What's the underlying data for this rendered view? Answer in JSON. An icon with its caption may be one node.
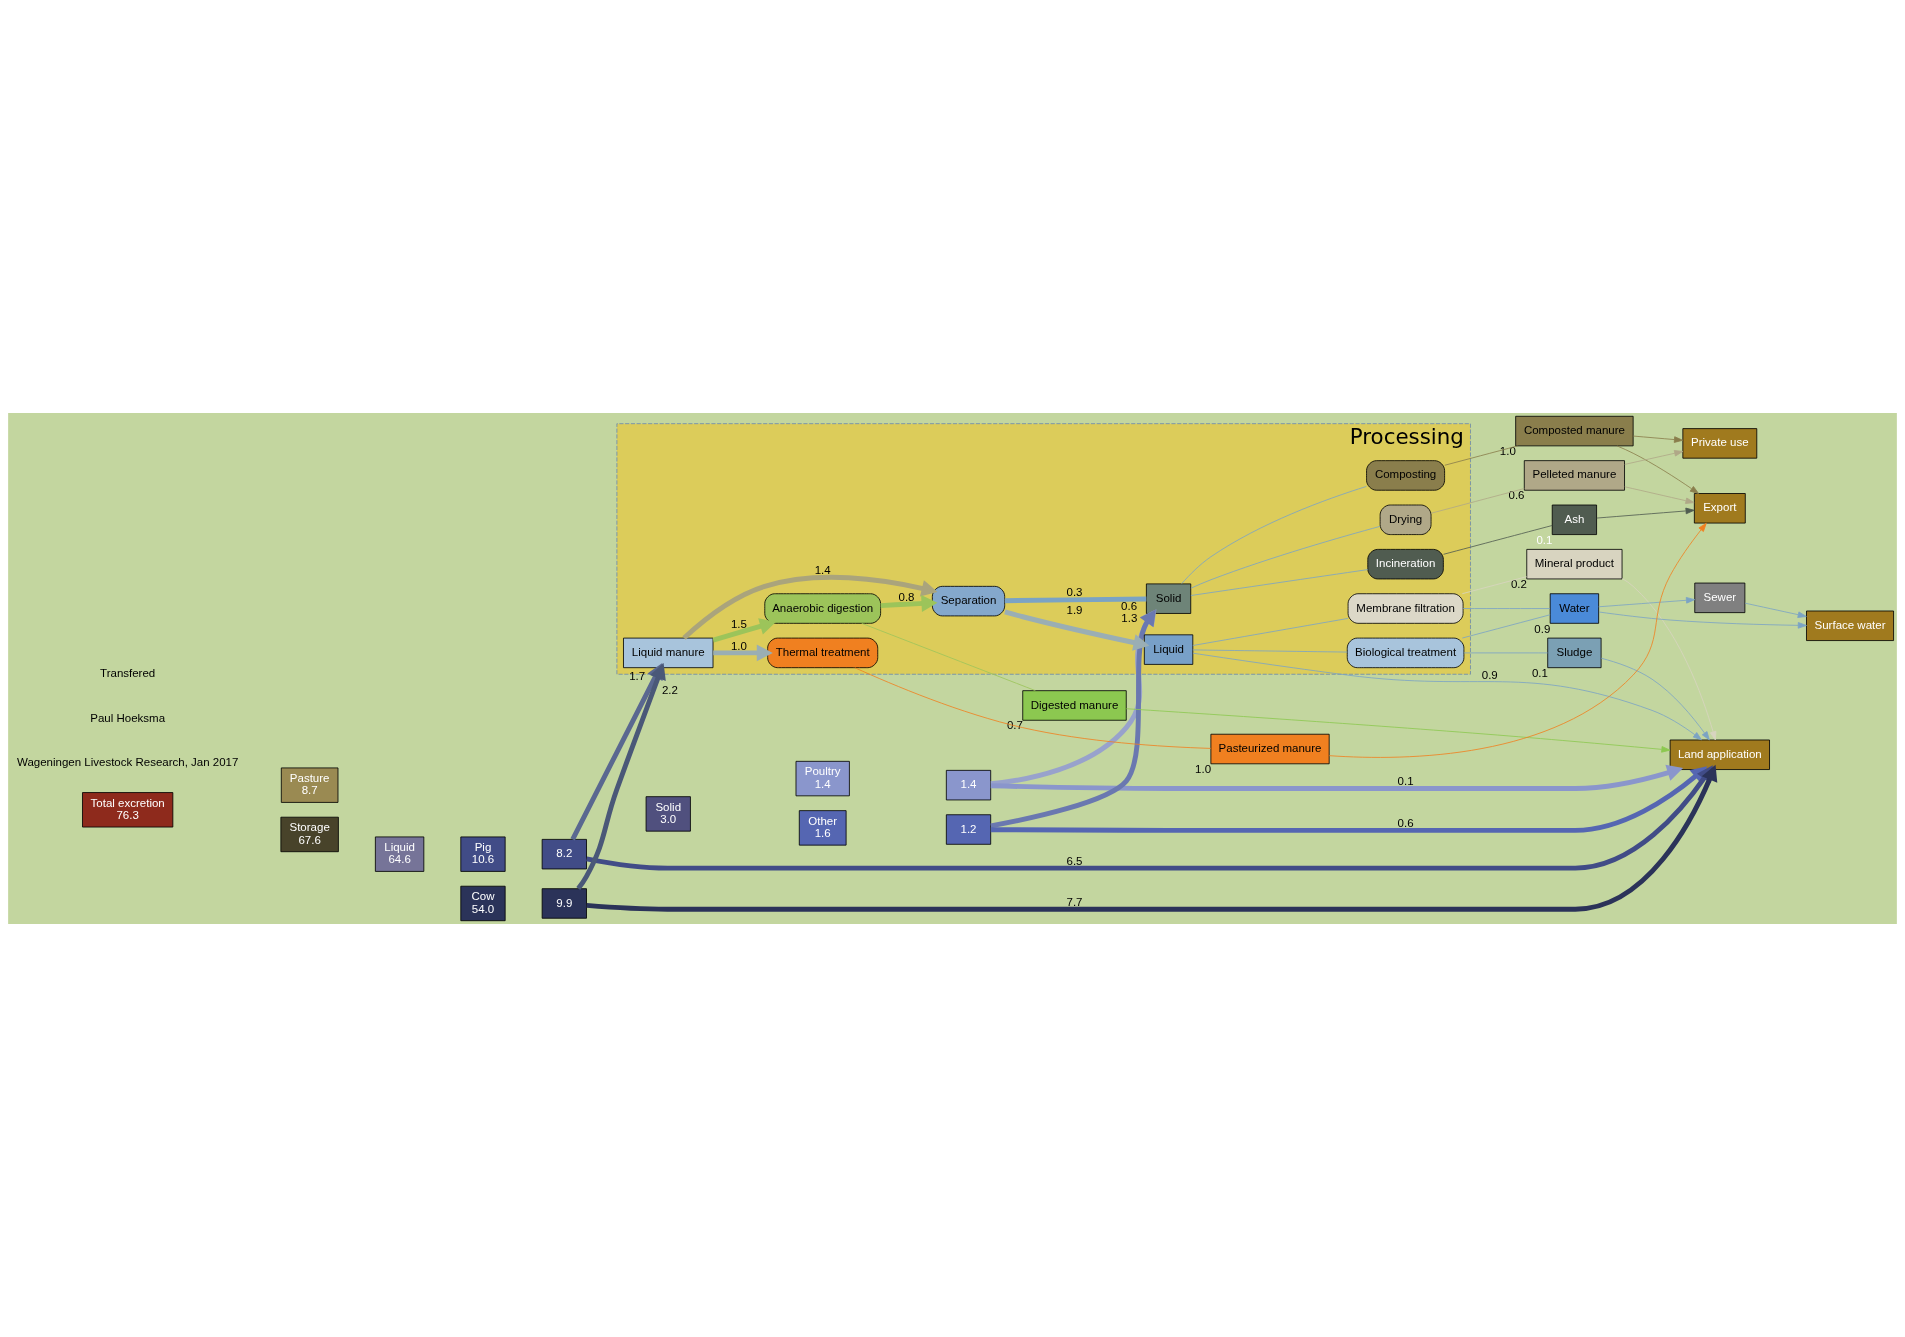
{
  "diagram": {
    "nodes": [
      {
        "text": [
          "Total excretion",
          "76.3"
        ]
      },
      {
        "text": [
          "Pasture",
          "8.7"
        ]
      },
      {
        "text": [
          "Storage",
          "67.6"
        ]
      },
      {
        "text": [
          "Solid",
          "3.0"
        ]
      },
      {
        "text": [
          "Liquid",
          "64.6"
        ]
      },
      {
        "text": [
          "Poultry",
          "1.4"
        ]
      },
      {
        "text": [
          "Other",
          "1.6"
        ]
      },
      {
        "text": [
          "Pig",
          "10.6"
        ]
      },
      {
        "text": [
          "Cow",
          "54.0"
        ]
      },
      {
        "text": [
          "1.4"
        ]
      },
      {
        "text": [
          "1.2"
        ]
      },
      {
        "text": [
          "8.2"
        ]
      },
      {
        "text": [
          "9.9"
        ]
      },
      {
        "text": [
          "Processing"
        ]
      },
      {
        "text": [
          "Liquid manure"
        ],
        "in": 13
      },
      {
        "text": [
          "Anaerobic digestion"
        ],
        "in": 13
      },
      {
        "text": [
          "Separation"
        ],
        "in": 13
      },
      {
        "text": [
          "Solid"
        ],
        "in": 13
      },
      {
        "text": [
          "Liquid"
        ],
        "in": 13
      },
      {
        "text": [
          "Composting"
        ],
        "in": 13
      },
      {
        "text": [
          "Drying"
        ],
        "in": 13
      },
      {
        "text": [
          "Incineration"
        ],
        "in": 13
      },
      {
        "text": [
          "Membrane filtration"
        ],
        "in": 13
      },
      {
        "text": [
          "Biological treatment"
        ],
        "in": 13
      },
      {
        "text": [
          "Thermal treatment"
        ],
        "in": 13
      },
      {
        "text": [
          "Digested manure"
        ],
        "beside": [
          "0.7"
        ]
      },
      {
        "text": [
          "Composted manure"
        ],
        "beside": [
          "1.0"
        ]
      },
      {
        "text": [
          "Pelleted manure"
        ],
        "beside": [
          "0.6"
        ]
      },
      {
        "text": [
          "Ash"
        ],
        "beside": [
          "0.1"
        ]
      },
      {
        "text": [
          "Mineral product"
        ],
        "beside": [
          "0.2"
        ]
      },
      {
        "text": [
          "Water"
        ],
        "beside": [
          "0.9"
        ]
      },
      {
        "text": [
          "Sludge"
        ],
        "beside": [
          "0.1"
        ]
      },
      {
        "text": [
          "Pasteurized manure"
        ],
        "beside": [
          "1.0"
        ]
      },
      {
        "text": [
          "Land application"
        ]
      },
      {
        "text": [
          "Private use"
        ]
      },
      {
        "text": [
          "Export"
        ]
      },
      {
        "text": [
          "Sewer"
        ]
      },
      {
        "text": [
          "Surface water"
        ]
      }
    ],
    "edges": [
      {
        "from": 9,
        "to": 33,
        "arrow": "to",
        "label": "0.1",
        "style": "thick",
        "color": "#8a96cc"
      },
      {
        "from": 10,
        "to": 33,
        "arrow": "to",
        "label": "0.6",
        "style": "thick",
        "color": "#5566b2"
      },
      {
        "from": 11,
        "to": 33,
        "arrow": "to",
        "label": "6.5",
        "style": "thick",
        "color": "#414c87"
      },
      {
        "from": 12,
        "to": 33,
        "arrow": "to",
        "label": "7.7",
        "style": "thick",
        "color": "#2b3359"
      },
      {
        "from": 12,
        "to": 14,
        "arrow": "to",
        "label": "2.2",
        "style": "thick",
        "color": "#4a5878"
      },
      {
        "from": 11,
        "to": 14,
        "arrow": "to",
        "label": "1.7",
        "style": "thick",
        "color": "#5a6890"
      },
      {
        "from": 10,
        "to": 17,
        "arrow": "to",
        "label": "0.6",
        "style": "thick",
        "color": "#6a78b0"
      },
      {
        "from": 9,
        "to": 17,
        "arrow": "to",
        "label": "1.3",
        "style": "thick",
        "color": "#98a2cc"
      },
      {
        "from": 14,
        "to": 24,
        "arrow": "to",
        "label": "1.0",
        "style": "thick",
        "color": "#9aaeb4"
      },
      {
        "from": 14,
        "to": 16,
        "arrow": "to",
        "label": "1.4",
        "style": "thick",
        "color": "#aaa47c"
      },
      {
        "from": 14,
        "to": 15,
        "arrow": "to",
        "label": "1.5",
        "style": "thick",
        "color": "#9cc45a"
      },
      {
        "from": 15,
        "to": 16,
        "arrow": "to",
        "label": "0.8",
        "style": "thick",
        "color": "#9cc45a"
      },
      {
        "from": 16,
        "to": 17,
        "arrow": "none",
        "label": "0.3",
        "style": "thick"
      },
      {
        "from": 16,
        "to": 18,
        "arrow": "to",
        "label": "1.9",
        "style": "thick",
        "color": "#9aaeb4"
      },
      {
        "from": 17,
        "to": 19,
        "arrow": "none"
      },
      {
        "from": 17,
        "to": 20,
        "arrow": "none"
      },
      {
        "from": 17,
        "to": 21,
        "arrow": "none"
      },
      {
        "from": 18,
        "to": 33,
        "arrow": "to",
        "label": "0.9"
      },
      {
        "from": 18,
        "to": 22,
        "arrow": "none"
      },
      {
        "from": 18,
        "to": 23,
        "arrow": "none"
      },
      {
        "from": 15,
        "to": 25,
        "arrow": "none",
        "color": "#9cc45a"
      },
      {
        "from": 19,
        "to": 26,
        "arrow": "none",
        "color": "#8a7e4c"
      },
      {
        "from": 20,
        "to": 27,
        "arrow": "none",
        "color": "#b0a888"
      },
      {
        "from": 21,
        "to": 28,
        "arrow": "none",
        "color": "#505c50"
      },
      {
        "from": 22,
        "to": 29,
        "arrow": "none",
        "color": "#d8d4c0"
      },
      {
        "from": 22,
        "to": 30,
        "arrow": "none"
      },
      {
        "from": 23,
        "to": 30,
        "arrow": "none"
      },
      {
        "from": 23,
        "to": 31,
        "arrow": "none"
      },
      {
        "from": 24,
        "to": 32,
        "arrow": "none",
        "color": "#f08020"
      },
      {
        "from": 25,
        "to": 33,
        "arrow": "to",
        "color": "#8cc850"
      },
      {
        "from": 29,
        "to": 33,
        "arrow": "to",
        "color": "#d8d4c0"
      },
      {
        "from": 31,
        "to": 33,
        "arrow": "to"
      },
      {
        "from": 26,
        "to": 34,
        "arrow": "to",
        "color": "#8a7e4c"
      },
      {
        "from": 26,
        "to": 35,
        "arrow": "to",
        "color": "#8a7e4c"
      },
      {
        "from": 27,
        "to": 34,
        "arrow": "to",
        "color": "#b0a888"
      },
      {
        "from": 27,
        "to": 35,
        "arrow": "to",
        "color": "#b0a888"
      },
      {
        "from": 28,
        "to": 35,
        "arrow": "to",
        "color": "#505c50"
      },
      {
        "from": 32,
        "to": 35,
        "arrow": "to",
        "color": "#f08020"
      },
      {
        "from": 30,
        "to": 36,
        "arrow": "to"
      },
      {
        "from": 30,
        "to": 37,
        "arrow": "to"
      },
      {
        "from": 36,
        "to": 37,
        "arrow": "to"
      }
    ],
    "labels": [
      "Wageningen Livestock Research, Jan 2017",
      "Paul Hoeksma",
      "Transfered"
    ]
  }
}
